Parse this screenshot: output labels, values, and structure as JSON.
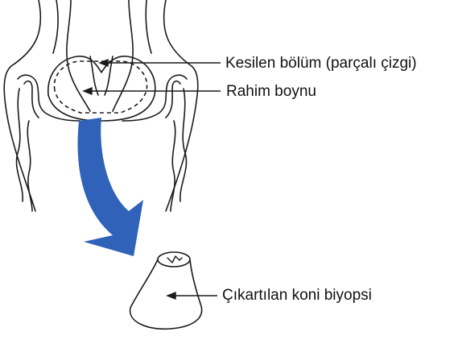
{
  "labels": {
    "cut_section": "Kesilen bölüm (parçalı çizgi)",
    "cervix": "Rahim boynu",
    "removed_cone": "Çıkartılan koni biyopsi"
  },
  "colors": {
    "line": "#1a1a1a",
    "arrow": "#2f62b8",
    "background": "#ffffff"
  }
}
